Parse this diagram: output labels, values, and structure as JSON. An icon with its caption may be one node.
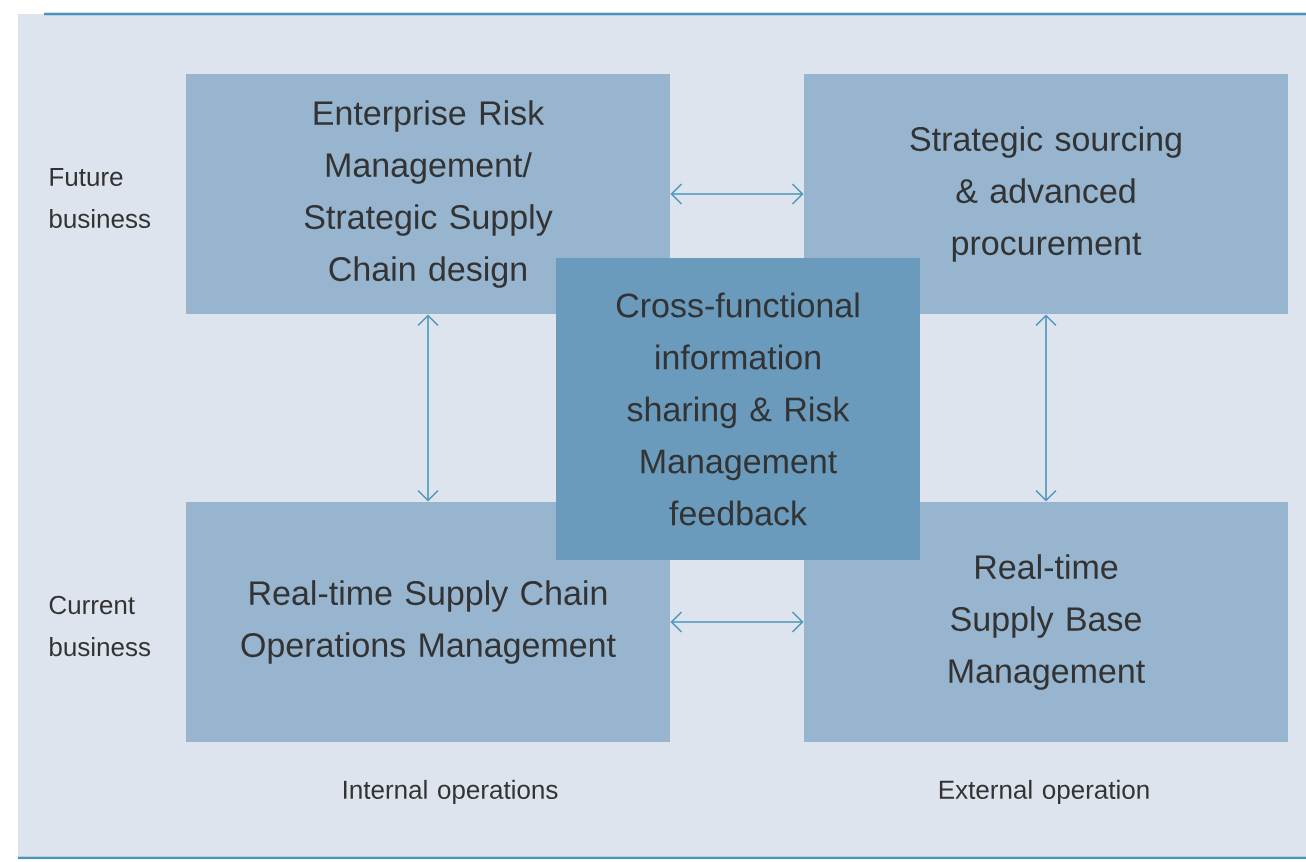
{
  "diagram": {
    "nodes": [
      {
        "text": [
          "Enterprise Risk Management/ Strategic Supply Chain design"
        ]
      },
      {
        "text": [
          "Strategic sourcing & advanced procurement"
        ]
      },
      {
        "text": [
          "Cross-functional information sharing & Risk Management feedback"
        ]
      },
      {
        "text": [
          "Real-time Supply Chain Operations Management"
        ]
      },
      {
        "text": [
          "Real-time Supply Base Management"
        ]
      }
    ],
    "edges": [
      {
        "from": 0,
        "to": 1,
        "arrow": "both"
      },
      {
        "from": 0,
        "to": 3,
        "arrow": "both"
      },
      {
        "from": 1,
        "to": 4,
        "arrow": "both"
      },
      {
        "from": 3,
        "to": 4,
        "arrow": "both"
      }
    ],
    "labels": [
      "Future business",
      "Current business",
      "Internal operations",
      "External operation"
    ]
  }
}
